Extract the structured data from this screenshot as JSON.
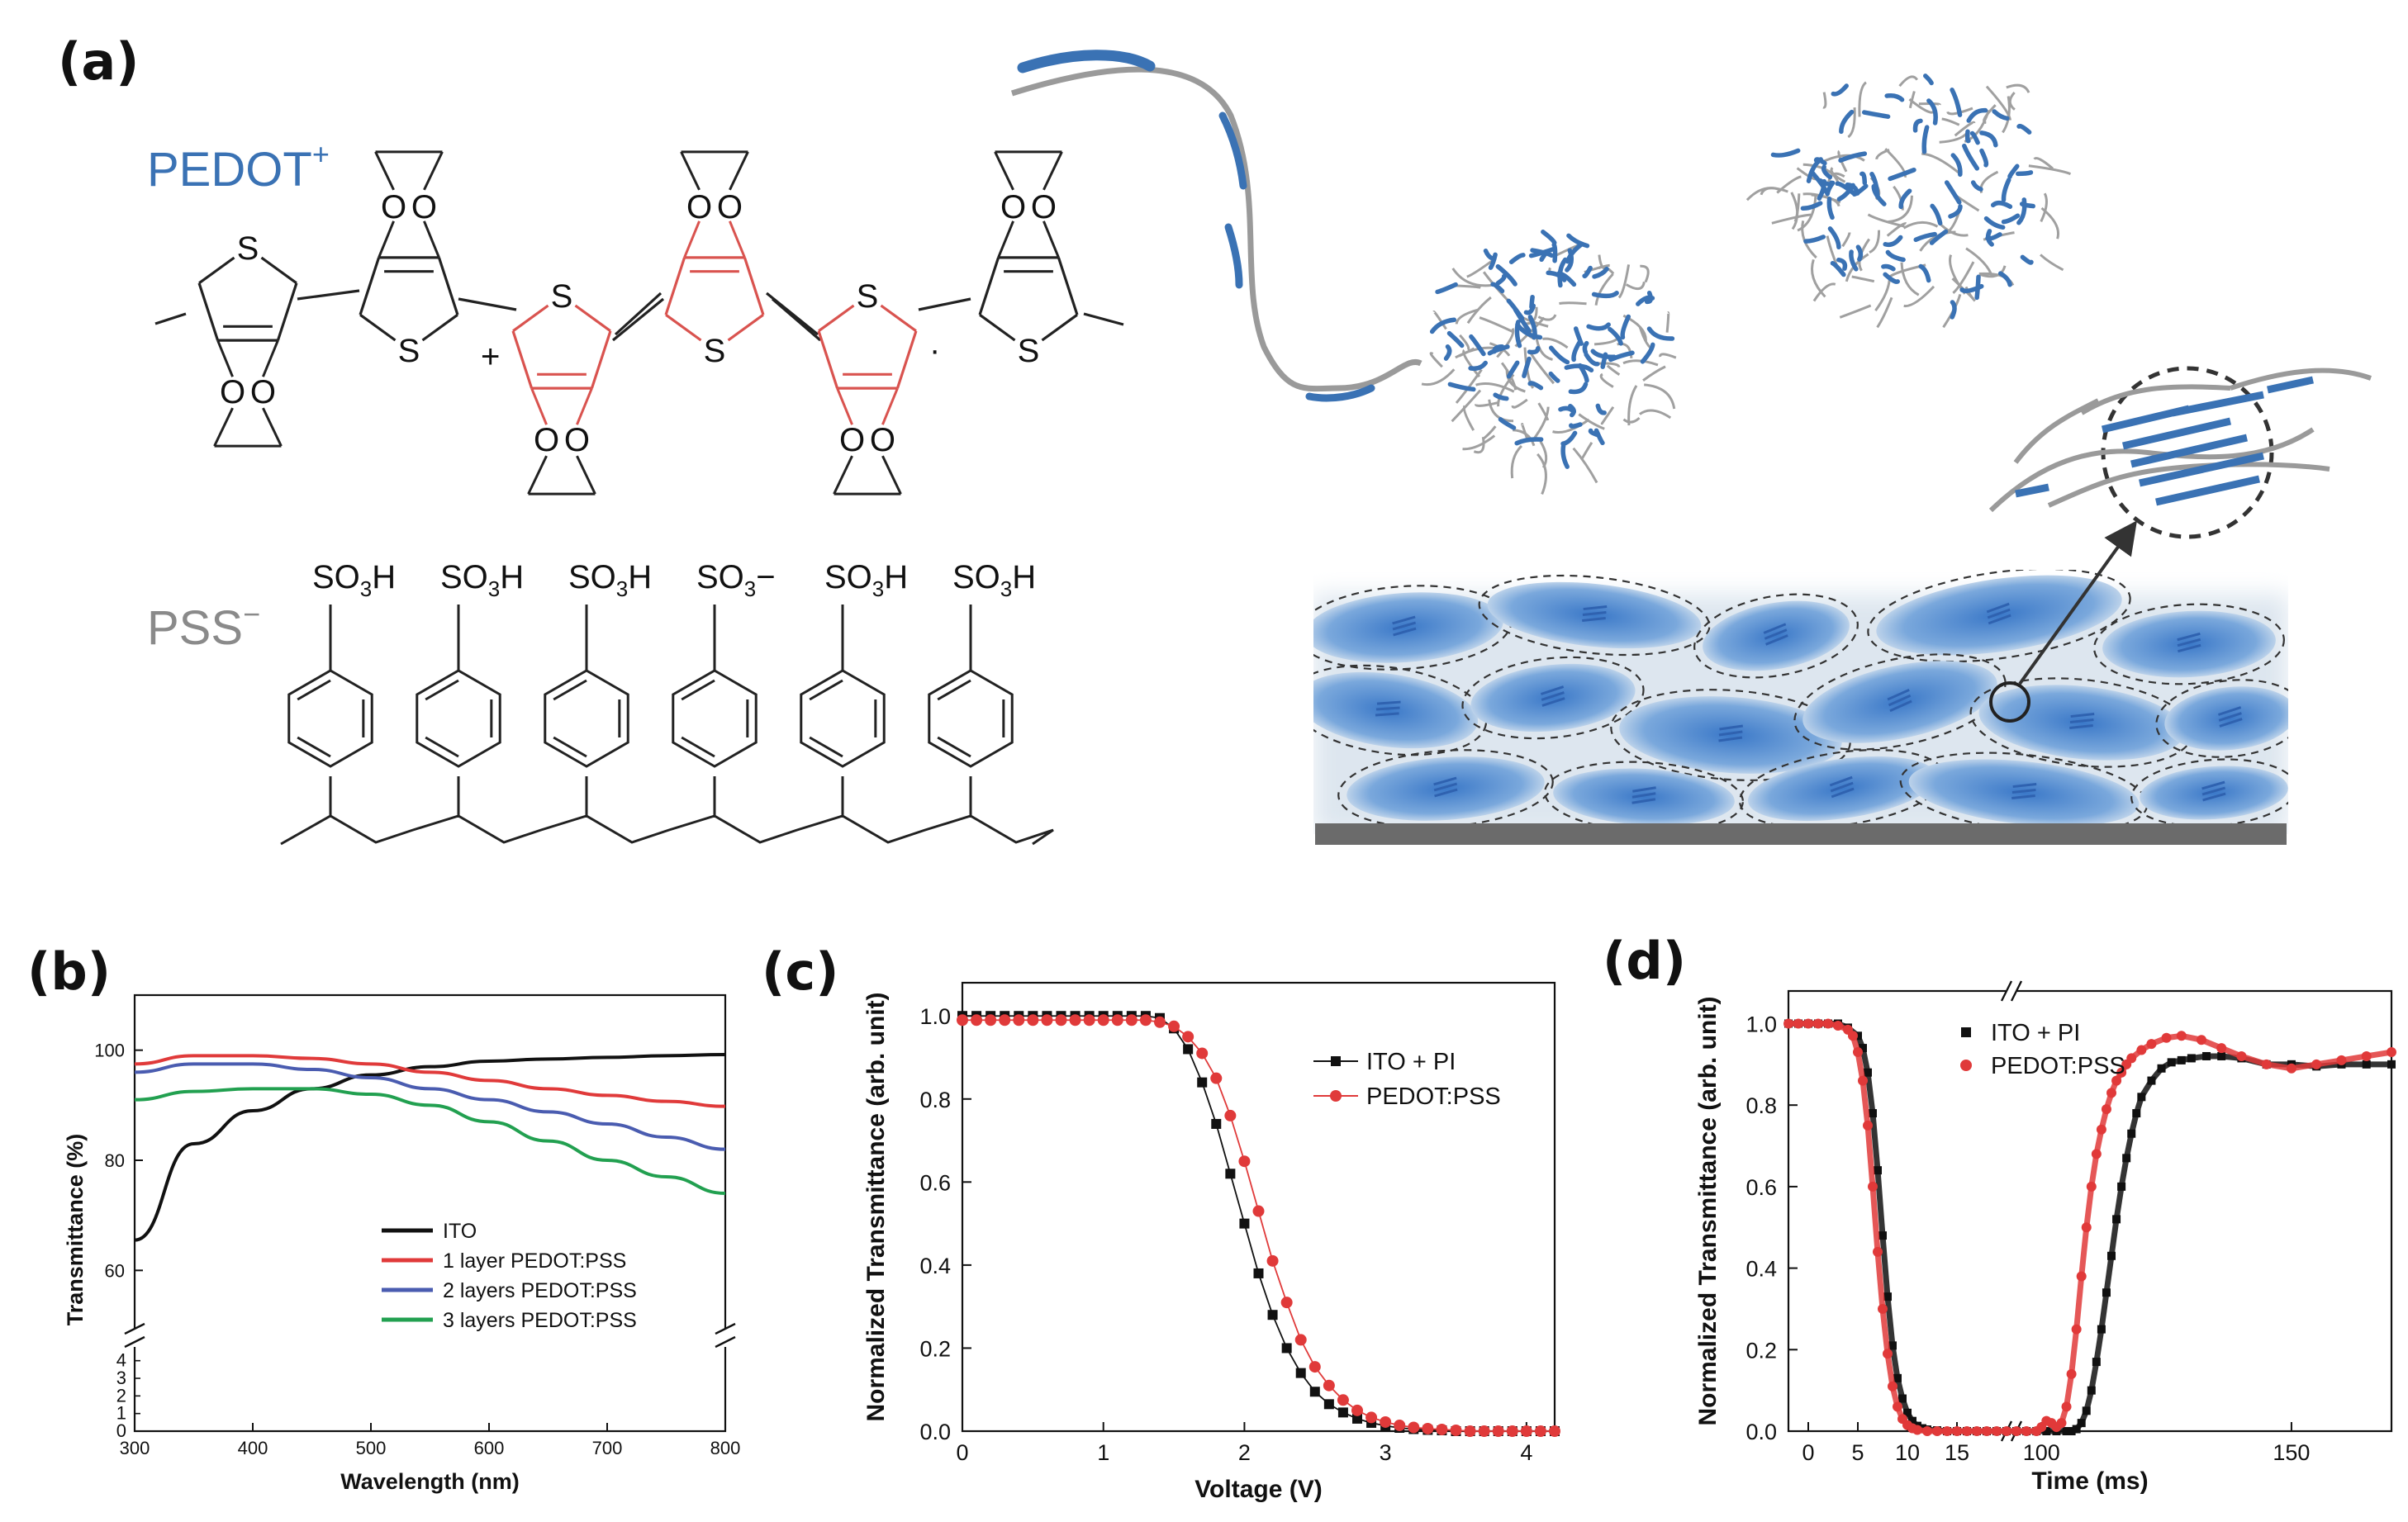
{
  "panels": {
    "a": {
      "label": "(a)"
    },
    "b": {
      "label": "(b)"
    },
    "c": {
      "label": "(c)"
    },
    "d": {
      "label": "(d)"
    }
  },
  "chemistry": {
    "pedot_label": "PEDOT",
    "pedot_charge": "+",
    "pss_label": "PSS",
    "pss_charge": "−",
    "atom_S": "S",
    "atom_O": "O",
    "group_SO3H": "SO3H",
    "group_SO3_minus": "SO3−",
    "cation": "+",
    "radical": "·",
    "sulfonates": [
      "SO3H",
      "SO3H",
      "SO3H",
      "SO3−",
      "SO3H",
      "SO3H"
    ]
  },
  "colors": {
    "pedot_blue": "#3a72b4",
    "pss_gray": "#8a8a8a",
    "polaron_red": "#d9534f",
    "ito_black": "#111111",
    "pedot_red": "#e03a3a",
    "layer1_red": "#e03a3a",
    "layer2_blue": "#4a5cb0",
    "layer3_green": "#22a050"
  },
  "chart_data": [
    {
      "panel": "b",
      "type": "line",
      "xlabel": "Wavelength (nm)",
      "ylabel": "Transmittance (%)",
      "xlim": [
        300,
        800
      ],
      "xticks": [
        300,
        400,
        500,
        600,
        700,
        800
      ],
      "yticks_upper": [
        60,
        80,
        100
      ],
      "yticks_lower": [
        0,
        1,
        2,
        3,
        4
      ],
      "axis_break": "y",
      "legend_position": "bottom-right",
      "x": [
        300,
        350,
        400,
        450,
        500,
        550,
        600,
        650,
        700,
        750,
        800
      ],
      "series": [
        {
          "name": "ITO",
          "color": "#111111",
          "values": [
            65.5,
            83,
            89,
            93,
            95.5,
            97,
            98,
            98.4,
            98.7,
            99,
            99.2
          ]
        },
        {
          "name": "1 layer   PEDOT:PSS",
          "color": "#e03a3a",
          "values": [
            97.5,
            99,
            99,
            98.5,
            97.5,
            96,
            94.5,
            93,
            91.8,
            90.7,
            89.8
          ]
        },
        {
          "name": "2 layers PEDOT:PSS",
          "color": "#4a5cb0",
          "values": [
            96,
            97.5,
            97.5,
            96.5,
            95,
            93,
            91,
            88.8,
            86.6,
            84.2,
            82
          ]
        },
        {
          "name": "3 layers PEDOT:PSS",
          "color": "#22a050",
          "values": [
            91,
            92.5,
            93,
            93,
            92,
            90,
            87,
            83.5,
            80,
            77,
            74
          ]
        }
      ]
    },
    {
      "panel": "c",
      "type": "line",
      "xlabel": "Voltage (V)",
      "ylabel": "Normalized Transmittance (arb. unit)",
      "xlim": [
        0,
        4.2
      ],
      "ylim": [
        0,
        1.08
      ],
      "xticks": [
        0,
        1,
        2,
        3,
        4
      ],
      "yticks": [
        0.0,
        0.2,
        0.4,
        0.6,
        0.8,
        1.0
      ],
      "legend_position": "top-right",
      "series": [
        {
          "name": "ITO + PI",
          "color": "#111111",
          "marker": "square",
          "x": [
            0.0,
            0.1,
            0.2,
            0.3,
            0.4,
            0.5,
            0.6,
            0.7,
            0.8,
            0.9,
            1.0,
            1.1,
            1.2,
            1.3,
            1.4,
            1.5,
            1.6,
            1.7,
            1.8,
            1.9,
            2.0,
            2.1,
            2.2,
            2.3,
            2.4,
            2.5,
            2.6,
            2.7,
            2.8,
            2.9,
            3.0,
            3.1,
            3.2,
            3.3,
            3.4,
            3.5,
            3.6,
            3.7,
            3.8,
            3.9,
            4.0,
            4.1,
            4.2
          ],
          "values": [
            1.0,
            1.0,
            1.0,
            1.0,
            1.0,
            1.0,
            1.0,
            1.0,
            1.0,
            1.0,
            1.0,
            1.0,
            1.0,
            1.0,
            0.995,
            0.97,
            0.92,
            0.84,
            0.74,
            0.62,
            0.5,
            0.38,
            0.28,
            0.2,
            0.14,
            0.095,
            0.065,
            0.045,
            0.03,
            0.02,
            0.013,
            0.008,
            0.005,
            0.003,
            0.002,
            0.0,
            0.0,
            0.0,
            0.0,
            0.0,
            0.0,
            0.0,
            0.0
          ]
        },
        {
          "name": "PEDOT:PSS",
          "color": "#e03a3a",
          "marker": "circle",
          "x": [
            0.0,
            0.1,
            0.2,
            0.3,
            0.4,
            0.5,
            0.6,
            0.7,
            0.8,
            0.9,
            1.0,
            1.1,
            1.2,
            1.3,
            1.4,
            1.5,
            1.6,
            1.7,
            1.8,
            1.9,
            2.0,
            2.1,
            2.2,
            2.3,
            2.4,
            2.5,
            2.6,
            2.7,
            2.8,
            2.9,
            3.0,
            3.1,
            3.2,
            3.3,
            3.4,
            3.5,
            3.6,
            3.7,
            3.8,
            3.9,
            4.0,
            4.1,
            4.2
          ],
          "values": [
            0.99,
            0.99,
            0.99,
            0.99,
            0.99,
            0.99,
            0.99,
            0.99,
            0.99,
            0.99,
            0.99,
            0.99,
            0.99,
            0.99,
            0.985,
            0.975,
            0.95,
            0.91,
            0.85,
            0.76,
            0.65,
            0.53,
            0.41,
            0.31,
            0.22,
            0.155,
            0.11,
            0.075,
            0.05,
            0.033,
            0.022,
            0.014,
            0.009,
            0.006,
            0.004,
            0.002,
            0.0,
            0.0,
            0.0,
            0.0,
            0.0,
            0.0,
            0.0
          ]
        }
      ]
    },
    {
      "panel": "d",
      "type": "scatter",
      "xlabel": "Time (ms)",
      "ylabel": "Normalized Transmittance (arb. unit)",
      "xlim_left": [
        -2,
        20
      ],
      "xlim_right": [
        95,
        170
      ],
      "axis_break": "x",
      "ylim": [
        0,
        1.08
      ],
      "xticks_left": [
        0,
        5,
        10,
        15
      ],
      "xticks_right": [
        100,
        150
      ],
      "yticks": [
        0.0,
        0.2,
        0.4,
        0.6,
        0.8,
        1.0
      ],
      "legend_position": "top-left",
      "series": [
        {
          "name": "ITO + PI",
          "color": "#111111",
          "marker": "square",
          "x": [
            -2,
            -1,
            0,
            1,
            2,
            3,
            4,
            5,
            5.5,
            6,
            6.5,
            7,
            7.5,
            8,
            8.5,
            9,
            9.5,
            10,
            10.5,
            11,
            11.5,
            12,
            13,
            14,
            15,
            16,
            17,
            18,
            19,
            20,
            95,
            97,
            99,
            101,
            103,
            105,
            106,
            107,
            108,
            109,
            110,
            111,
            112,
            113,
            114,
            115,
            116,
            117,
            118,
            119,
            120,
            122,
            124,
            126,
            128,
            130,
            133,
            136,
            140,
            145,
            150,
            155,
            160,
            165,
            170
          ],
          "values": [
            1.0,
            1.0,
            1.0,
            1.0,
            1.0,
            1.0,
            0.99,
            0.97,
            0.94,
            0.88,
            0.78,
            0.64,
            0.48,
            0.33,
            0.21,
            0.13,
            0.08,
            0.045,
            0.025,
            0.013,
            0.007,
            0.004,
            0.002,
            0.0,
            0.0,
            0.0,
            0.0,
            0.0,
            0.0,
            0.0,
            0.0,
            0.0,
            0.0,
            0.0,
            0.0,
            0.0,
            0.0,
            0.005,
            0.02,
            0.05,
            0.1,
            0.17,
            0.25,
            0.34,
            0.43,
            0.52,
            0.6,
            0.67,
            0.73,
            0.78,
            0.82,
            0.86,
            0.89,
            0.905,
            0.91,
            0.915,
            0.92,
            0.92,
            0.915,
            0.9,
            0.9,
            0.895,
            0.9,
            0.9,
            0.9
          ]
        },
        {
          "name": "PEDOT:PSS",
          "color": "#e03a3a",
          "marker": "circle",
          "x": [
            -2,
            -1,
            0,
            1,
            2,
            3,
            4,
            4.5,
            5,
            5.5,
            6,
            6.5,
            7,
            7.5,
            8,
            8.5,
            9,
            9.5,
            10,
            10.5,
            11,
            12,
            13,
            14,
            15,
            16,
            17,
            18,
            19,
            20,
            95,
            97,
            99,
            100,
            101,
            102,
            103,
            104,
            105,
            106,
            107,
            108,
            109,
            110,
            111,
            112,
            113,
            114,
            115,
            116,
            117,
            118,
            120,
            122,
            125,
            128,
            132,
            136,
            140,
            145,
            150,
            155,
            160,
            165,
            170
          ],
          "values": [
            1.0,
            1.0,
            1.0,
            1.0,
            1.0,
            0.995,
            0.985,
            0.97,
            0.93,
            0.86,
            0.75,
            0.6,
            0.44,
            0.3,
            0.19,
            0.11,
            0.06,
            0.03,
            0.015,
            0.007,
            0.003,
            0.0,
            0.0,
            0.0,
            0.0,
            0.0,
            0.0,
            0.0,
            0.0,
            0.0,
            0.0,
            0.0,
            0.0,
            0.01,
            0.025,
            0.02,
            0.01,
            0.02,
            0.06,
            0.14,
            0.25,
            0.38,
            0.5,
            0.6,
            0.68,
            0.74,
            0.79,
            0.83,
            0.86,
            0.88,
            0.9,
            0.915,
            0.935,
            0.95,
            0.965,
            0.97,
            0.96,
            0.94,
            0.92,
            0.9,
            0.89,
            0.9,
            0.91,
            0.92,
            0.93
          ]
        }
      ]
    }
  ]
}
